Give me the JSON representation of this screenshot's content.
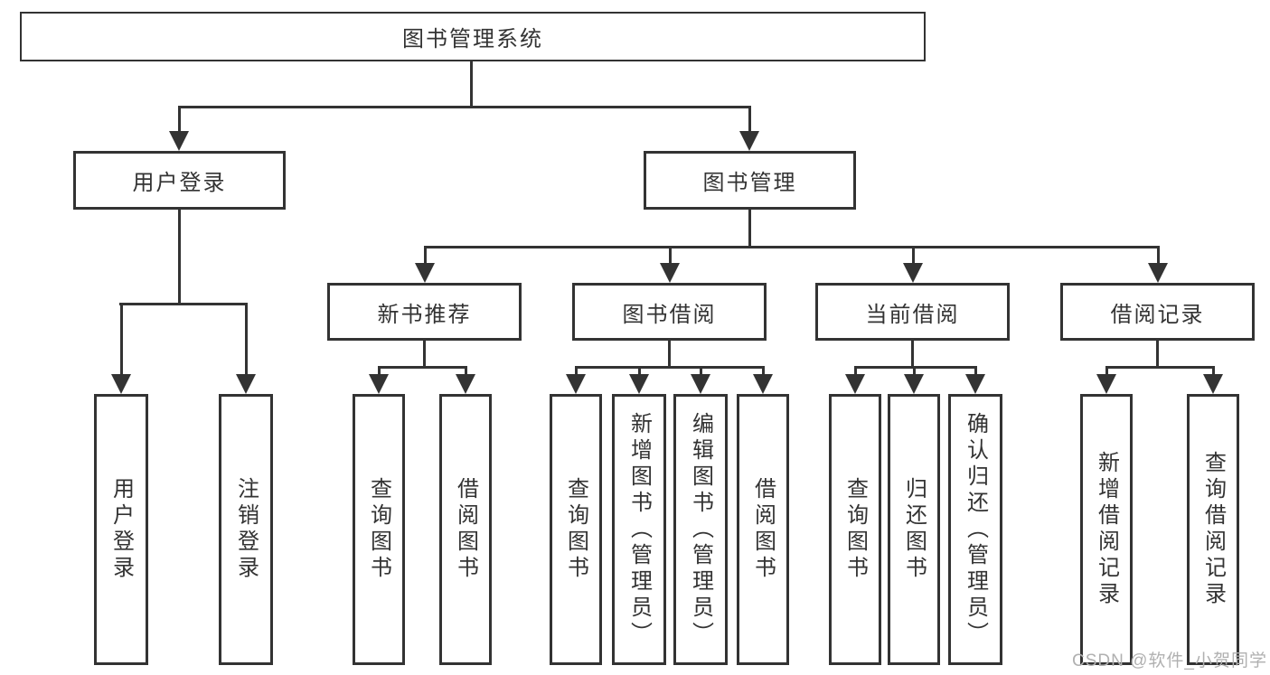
{
  "tree": {
    "root": "图书管理系统",
    "branches": [
      {
        "label": "用户登录",
        "children": [
          {
            "label": "用户登录"
          },
          {
            "label": "注销登录"
          }
        ]
      },
      {
        "label": "图书管理",
        "children": [
          {
            "label": "新书推荐",
            "children": [
              {
                "label": "查询图书"
              },
              {
                "label": "借阅图书"
              }
            ]
          },
          {
            "label": "图书借阅",
            "children": [
              {
                "label": "查询图书"
              },
              {
                "label": "新增图书（管理员）"
              },
              {
                "label": "编辑图书（管理员）"
              },
              {
                "label": "借阅图书"
              }
            ]
          },
          {
            "label": "当前借阅",
            "children": [
              {
                "label": "查询图书"
              },
              {
                "label": "归还图书"
              },
              {
                "label": "确认归还（管理员）"
              }
            ]
          },
          {
            "label": "借阅记录",
            "children": [
              {
                "label": "新增借阅记录"
              },
              {
                "label": "查询借阅记录"
              }
            ]
          }
        ]
      }
    ]
  },
  "watermark": {
    "text": "CSDN @软件_小贺同学"
  },
  "colors": {
    "line": "#333333",
    "text": "#333333",
    "watermark": "#b0b0b0",
    "background": "#ffffff"
  }
}
